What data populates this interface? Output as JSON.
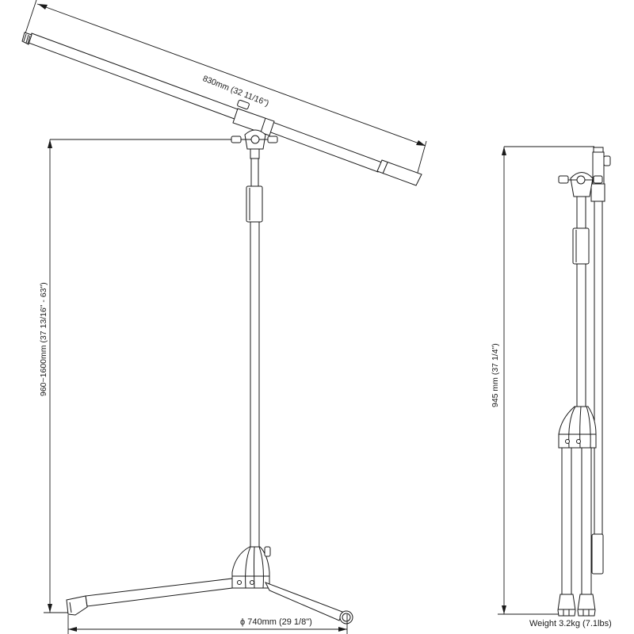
{
  "diagram": {
    "subject": "Microphone boom stand dimension drawing",
    "views": [
      "front view",
      "side view"
    ],
    "dimensions": {
      "boom_length": "830mm (32 11/16\")",
      "height_range": "960~1600mm  (37 13/16\" - 63\")",
      "folded_height": "945 mm (37 1/4\")",
      "leg_spread": "ϕ 740mm (29 1/8\")"
    },
    "weight": "Weight 3.2kg (7.1lbs)",
    "colors": {
      "line": "#1a1a1a",
      "background": "#ffffff"
    }
  }
}
